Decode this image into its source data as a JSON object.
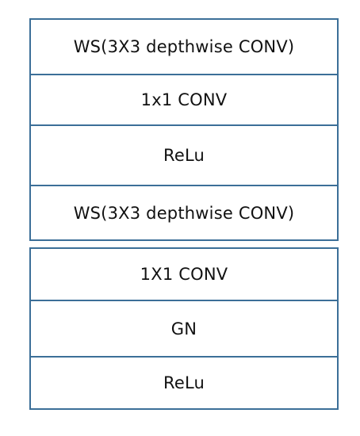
{
  "upper_stack": {
    "blocks": [
      {
        "label": "WS(3X3 depthwise CONV)"
      },
      {
        "label": "1x1 CONV"
      },
      {
        "label": "ReLu"
      },
      {
        "label": "WS(3X3 depthwise CONV)"
      }
    ]
  },
  "lower_stack": {
    "blocks": [
      {
        "label": "1X1 CONV"
      },
      {
        "label": "GN"
      },
      {
        "label": "ReLu"
      }
    ]
  },
  "colors": {
    "border": "#3c6f98",
    "background": "#ffffff",
    "text": "#111111"
  }
}
